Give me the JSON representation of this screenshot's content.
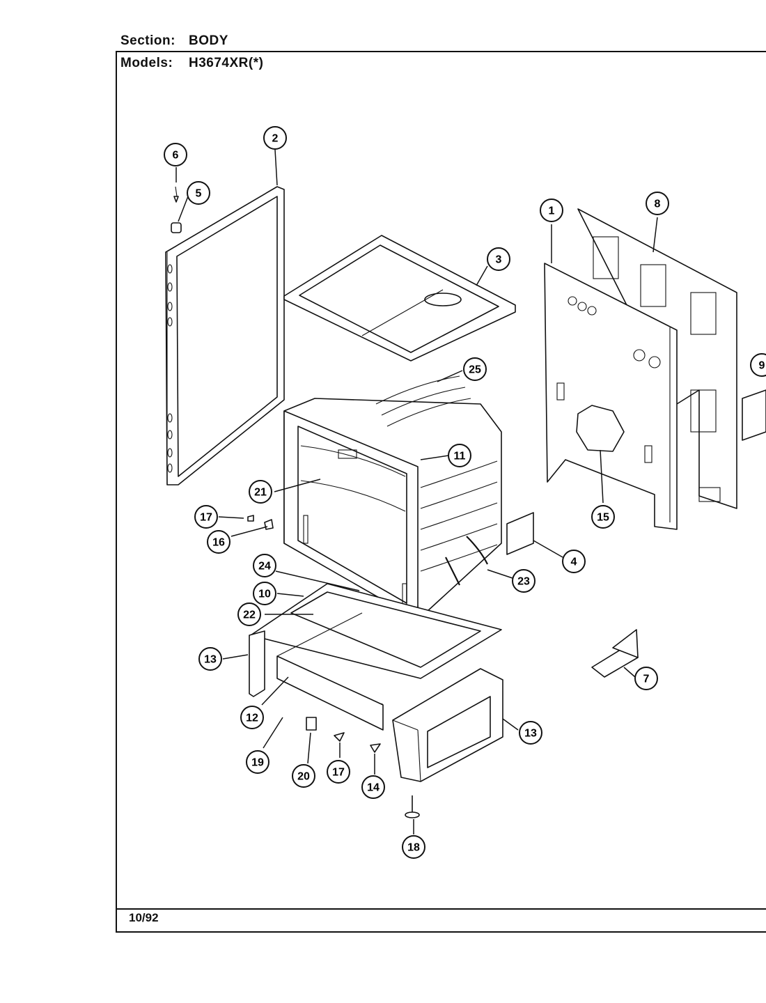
{
  "header": {
    "section_label": "Section:",
    "section_value": "BODY",
    "models_label": "Models:",
    "models_value": "H3674XR(*)"
  },
  "footer": {
    "date": "10/92"
  },
  "callouts": [
    "1",
    "2",
    "3",
    "4",
    "5",
    "6",
    "7",
    "8",
    "9",
    "10",
    "11",
    "12",
    "13",
    "13",
    "14",
    "15",
    "16",
    "17",
    "17",
    "18",
    "19",
    "20",
    "21",
    "22",
    "23",
    "24",
    "25"
  ]
}
